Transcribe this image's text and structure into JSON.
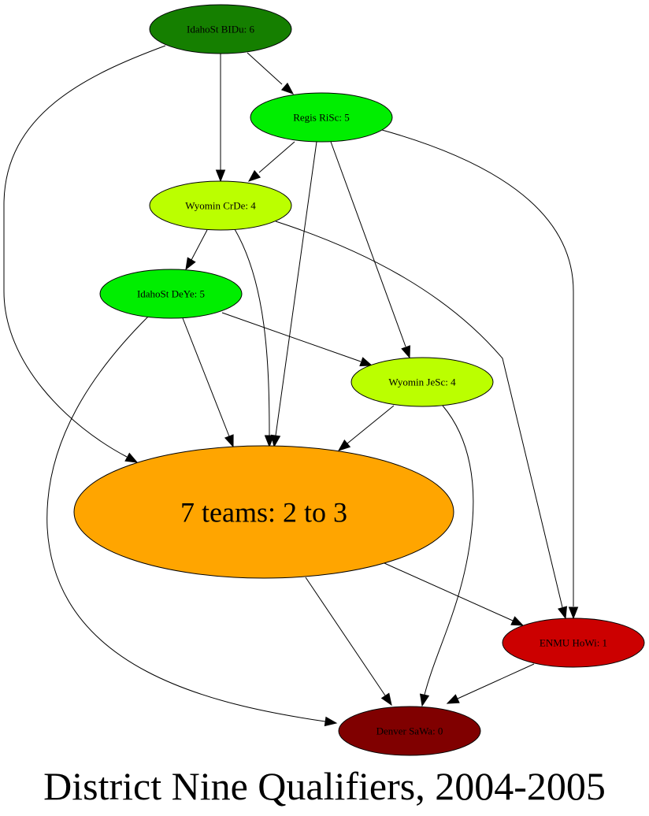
{
  "title": "District Nine Qualifiers, 2004-2005",
  "nodes": [
    {
      "id": "idahost-bidu",
      "label": "IdahoSt BIDu: 6",
      "color": "#157f00"
    },
    {
      "id": "regis-risc",
      "label": "Regis RiSc: 5",
      "color": "#00ee00"
    },
    {
      "id": "wyomin-crde",
      "label": "Wyomin CrDe: 4",
      "color": "#bbff00"
    },
    {
      "id": "idahost-deye",
      "label": "IdahoSt DeYe: 5",
      "color": "#00ee00"
    },
    {
      "id": "wyomin-jesc",
      "label": "Wyomin JeSc: 4",
      "color": "#bbff00"
    },
    {
      "id": "seven-teams",
      "label": "7 teams: 2 to 3",
      "color": "#ffa500"
    },
    {
      "id": "enmu-howi",
      "label": "ENMU HoWi: 1",
      "color": "#cc0000"
    },
    {
      "id": "denver-sawa",
      "label": "Denver SaWa: 0",
      "color": "#800000"
    }
  ],
  "edges": [
    {
      "from": "idahost-bidu",
      "to": "regis-risc"
    },
    {
      "from": "idahost-bidu",
      "to": "wyomin-crde"
    },
    {
      "from": "idahost-bidu",
      "to": "seven-teams"
    },
    {
      "from": "regis-risc",
      "to": "wyomin-crde"
    },
    {
      "from": "regis-risc",
      "to": "seven-teams"
    },
    {
      "from": "regis-risc",
      "to": "wyomin-jesc"
    },
    {
      "from": "regis-risc",
      "to": "enmu-howi"
    },
    {
      "from": "wyomin-crde",
      "to": "idahost-deye"
    },
    {
      "from": "wyomin-crde",
      "to": "seven-teams"
    },
    {
      "from": "wyomin-crde",
      "to": "enmu-howi"
    },
    {
      "from": "idahost-deye",
      "to": "wyomin-jesc"
    },
    {
      "from": "idahost-deye",
      "to": "seven-teams"
    },
    {
      "from": "idahost-deye",
      "to": "denver-sawa"
    },
    {
      "from": "wyomin-jesc",
      "to": "seven-teams"
    },
    {
      "from": "wyomin-jesc",
      "to": "denver-sawa"
    },
    {
      "from": "seven-teams",
      "to": "enmu-howi"
    },
    {
      "from": "seven-teams",
      "to": "denver-sawa"
    },
    {
      "from": "enmu-howi",
      "to": "denver-sawa"
    }
  ]
}
